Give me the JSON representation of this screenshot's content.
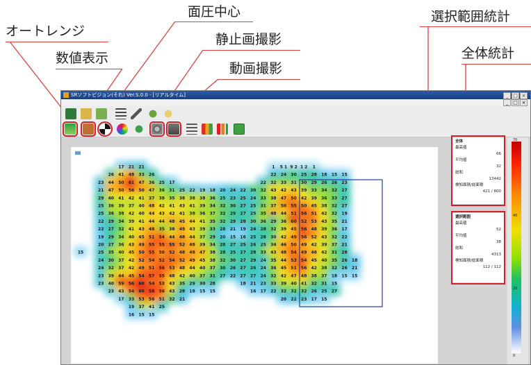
{
  "callouts": {
    "auto_range": "オートレンジ",
    "numeric_display": "数値表示",
    "pressure_center": "面圧中心",
    "still_capture": "静止画撮影",
    "video_capture": "動画撮影",
    "selection_stats": "選択範囲統計",
    "overall_stats": "全体統計"
  },
  "window": {
    "title": "SRソフトビジョン(それ) Ver.S.0.0 - [リアルタイム]",
    "min_label": "_",
    "max_label": "□",
    "close_label": "×"
  },
  "stats": {
    "overall": {
      "heading": "全体",
      "max_label": "最高値",
      "max_value": "66",
      "avg_label": "平均値",
      "avg_value": "32",
      "total_label": "総和",
      "total_value": "13442",
      "area_label": "検知面積/総面積",
      "area_value": "421 / 800"
    },
    "selection": {
      "heading": "選択範囲",
      "max_label": "最高値",
      "max_value": "52",
      "avg_label": "平均値",
      "avg_value": "38",
      "total_label": "総和",
      "total_value": "4313",
      "area_label": "検知面積/総面積",
      "area_value": "112 / 112"
    }
  },
  "colorbar": {
    "top_label": "70",
    "upper_mid_label": "40",
    "lower_mid_label": "20",
    "bottom_label": "0"
  },
  "heatmap": {
    "rows": [
      "             17 21 21                                      15 19 21 21           ",
      "          26 41 48 33 26                                 22 24 30 25 28 18 15 15",
      "       23 44 50 61 47 36 25 17                        22 32 33 31 30 29 26 26 23",
      "       21 47 50 56 50 47 36 31 25 22 19 18 20 24 22 30 32 43 42 43 39 33 34 32 27",
      "       29 40 41 42 41 37 38 35 38 38 38 36 25 23 25 24 33 38 47 50 42 39 36 33 27",
      "       25 36 39 37 40 48 42 41 43 41 39 34 32 30 27 25 31 37 50 55 50 45 38 32 27",
      "       25 36 38 42 40 44 43 42 41 38 36 37 32 29 27 25 35 48 44 51 56 51 42 32 19",
      "       22 29 34 39 41 44 44 48 45 44 41 35 32 29 28 30 36 29 36 60 52 53 43 35 21",
      "       22 27 32 41 43 48 35 38 49 43 39 33 28 21 19 24 28 32 39 45 56 48 39 36 17",
      "       19 29 34 40 45 51 54 44 48 44 37 29 20 15 16 25 28 30 42 49 56 52 43 32 22",
      "       20 27 36 43 49 55 55 55 52 48 39 34 28 27 25 26 25 34 46 50 49 42 39 37 21",
      "15     25 35 40 45 50 55 50 52 48 48 47 38 28 25 27 28 33 43 48 54 49 48 42 31 28",
      "       24 30 37 42 52 54 52 54 52 49 45 38 32 30 27 29 24 35 44 53 54 45 40 35 26 18",
      "       24 32 37 42 49 51 56 53 48 44 40 37 30 26 27 26 24 36 45 51 56 42 38 32 26 21",
      "       23 39 44 45 54 57 55 48 42 40 37 31 27 22 27 27 24 32 42 47 48 38 37 18 15 15",
      "       23 40 59 56 60 54 53 43 35 29 30 28       18 21 23 33 39 40 41 32 31 15",
      "          23 43 54 60 58 56 43 28 18 15 15          16 17 22 32 32 32 26 25 27",
      "             17 33 53 56 51 32 21                            20 22 23 17 15",
      "                19 37 41 25",
      "                16 15 15"
    ]
  }
}
